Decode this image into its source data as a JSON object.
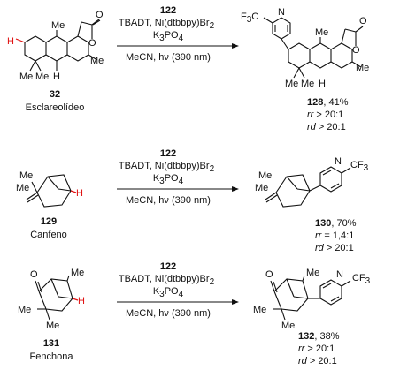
{
  "reactions": [
    {
      "reagent_top": "122",
      "reagent_mid": "TBADT, Ni(dtbbpy)Br",
      "reagent_mid_sub": "2",
      "base": "K",
      "base_sub": "3",
      "base_tail": "PO",
      "base_sub2": "4",
      "conditions": "MeCN, hν (390 nm)",
      "substrate_num": "32",
      "substrate_name": "Esclareolídeo",
      "product_num": "128",
      "product_yield": ", 41%",
      "rr": "rr",
      "rr_val": " > 20:1",
      "rd": "rd",
      "rd_val": " > 20:1"
    },
    {
      "reagent_top": "122",
      "reagent_mid": "TBADT, Ni(dtbbpy)Br",
      "reagent_mid_sub": "2",
      "base": "K",
      "base_sub": "3",
      "base_tail": "PO",
      "base_sub2": "4",
      "conditions": "MeCN, hν (390 nm)",
      "substrate_num": "129",
      "substrate_name": "Canfeno",
      "product_num": "130",
      "product_yield": ", 70%",
      "rr": "rr",
      "rr_val": " = 1,4:1",
      "rd": "rd",
      "rd_val": " > 20:1"
    },
    {
      "reagent_top": "122",
      "reagent_mid": "TBADT, Ni(dtbbpy)Br",
      "reagent_mid_sub": "2",
      "base": "K",
      "base_sub": "3",
      "base_tail": "PO",
      "base_sub2": "4",
      "conditions": "MeCN, hν (390 nm)",
      "substrate_num": "131",
      "substrate_name": "Fenchona",
      "product_num": "132",
      "product_yield": ", 38%",
      "rr": "rr",
      "rr_val": " > 20:1",
      "rd": "rd",
      "rd_val": " > 20:1"
    }
  ],
  "atoms": {
    "H": "H",
    "O": "O",
    "N": "N",
    "Me": "Me",
    "CF3": "CF",
    "CF3_sub": "3",
    "F3C": "F",
    "F3C_sub": "3",
    "F3C_tail": "C"
  },
  "colors": {
    "highlight": "#e01010",
    "ink": "#111111"
  }
}
